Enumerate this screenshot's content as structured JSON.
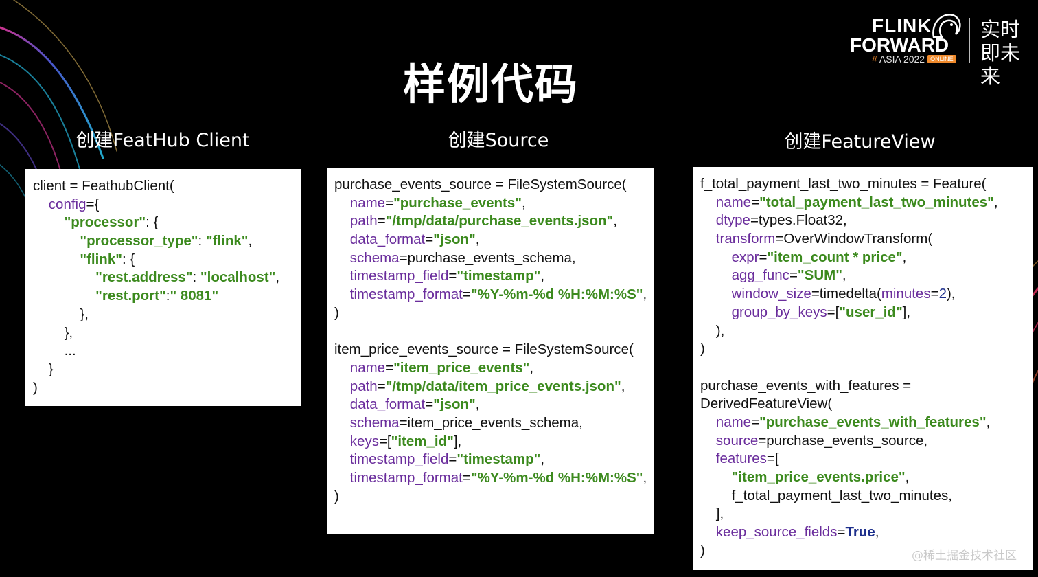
{
  "title": "样例代码",
  "logo": {
    "line1": "FLINK",
    "line2": "FORWARD",
    "hash": "#",
    "event": "ASIA 2022",
    "badge": "ONLINE",
    "slogan": "实时即未来"
  },
  "watermark": "@稀土掘金技术社区",
  "sections": [
    {
      "heading": "创建FeatHub Client",
      "lines": [
        [
          [
            "t",
            "client = FeathubClient("
          ]
        ],
        [
          [
            "i",
            "    "
          ],
          [
            "k",
            "config"
          ],
          [
            "t",
            "={"
          ]
        ],
        [
          [
            "i",
            "        "
          ],
          [
            "s",
            "\"processor\""
          ],
          [
            "t",
            ": {"
          ]
        ],
        [
          [
            "i",
            "            "
          ],
          [
            "s",
            "\"processor_type\""
          ],
          [
            "t",
            ": "
          ],
          [
            "s",
            "\"flink\""
          ],
          [
            "t",
            ","
          ]
        ],
        [
          [
            "i",
            "            "
          ],
          [
            "s",
            "\"flink\""
          ],
          [
            "t",
            ": {"
          ]
        ],
        [
          [
            "i",
            "                "
          ],
          [
            "s",
            "\"rest.address\""
          ],
          [
            "t",
            ": "
          ],
          [
            "s",
            "\"localhost\""
          ],
          [
            "t",
            ","
          ]
        ],
        [
          [
            "i",
            "                "
          ],
          [
            "s",
            "\"rest.port\""
          ],
          [
            "t",
            ":"
          ],
          [
            "s",
            "\" 8081\""
          ]
        ],
        [
          [
            "i",
            "            "
          ],
          [
            "t",
            "},"
          ]
        ],
        [
          [
            "i",
            "        "
          ],
          [
            "t",
            "},"
          ]
        ],
        [
          [
            "i",
            "        "
          ],
          [
            "t",
            "..."
          ]
        ],
        [
          [
            "i",
            "    "
          ],
          [
            "t",
            "}"
          ]
        ],
        [
          [
            "t",
            ")"
          ]
        ]
      ]
    },
    {
      "heading": "创建Source",
      "lines": [
        [
          [
            "t",
            "purchase_events_source = FileSystemSource("
          ]
        ],
        [
          [
            "i",
            "    "
          ],
          [
            "k",
            "name"
          ],
          [
            "t",
            "="
          ],
          [
            "s",
            "\"purchase_events\""
          ],
          [
            "t",
            ","
          ]
        ],
        [
          [
            "i",
            "    "
          ],
          [
            "k",
            "path"
          ],
          [
            "t",
            "="
          ],
          [
            "s",
            "\"/tmp/data/purchase_events.json\""
          ],
          [
            "t",
            ","
          ]
        ],
        [
          [
            "i",
            "    "
          ],
          [
            "k",
            "data_format"
          ],
          [
            "t",
            "="
          ],
          [
            "s",
            "\"json\""
          ],
          [
            "t",
            ","
          ]
        ],
        [
          [
            "i",
            "    "
          ],
          [
            "k",
            "schema"
          ],
          [
            "t",
            "=purchase_events_schema,"
          ]
        ],
        [
          [
            "i",
            "    "
          ],
          [
            "k",
            "timestamp_field"
          ],
          [
            "t",
            "="
          ],
          [
            "s",
            "\"timestamp\""
          ],
          [
            "t",
            ","
          ]
        ],
        [
          [
            "i",
            "    "
          ],
          [
            "k",
            "timestamp_format"
          ],
          [
            "t",
            "="
          ],
          [
            "s",
            "\"%Y-%m-%d %H:%M:%S\""
          ],
          [
            "t",
            ","
          ]
        ],
        [
          [
            "t",
            ")"
          ]
        ],
        [],
        [
          [
            "t",
            "item_price_events_source = FileSystemSource("
          ]
        ],
        [
          [
            "i",
            "    "
          ],
          [
            "k",
            "name"
          ],
          [
            "t",
            "="
          ],
          [
            "s",
            "\"item_price_events\""
          ],
          [
            "t",
            ","
          ]
        ],
        [
          [
            "i",
            "    "
          ],
          [
            "k",
            "path"
          ],
          [
            "t",
            "="
          ],
          [
            "s",
            "\"/tmp/data/item_price_events.json\""
          ],
          [
            "t",
            ","
          ]
        ],
        [
          [
            "i",
            "    "
          ],
          [
            "k",
            "data_format"
          ],
          [
            "t",
            "="
          ],
          [
            "s",
            "\"json\""
          ],
          [
            "t",
            ","
          ]
        ],
        [
          [
            "i",
            "    "
          ],
          [
            "k",
            "schema"
          ],
          [
            "t",
            "=item_price_events_schema,"
          ]
        ],
        [
          [
            "i",
            "    "
          ],
          [
            "k",
            "keys"
          ],
          [
            "t",
            "=["
          ],
          [
            "s",
            "\"item_id\""
          ],
          [
            "t",
            "],"
          ]
        ],
        [
          [
            "i",
            "    "
          ],
          [
            "k",
            "timestamp_field"
          ],
          [
            "t",
            "="
          ],
          [
            "s",
            "\"timestamp\""
          ],
          [
            "t",
            ","
          ]
        ],
        [
          [
            "i",
            "    "
          ],
          [
            "k",
            "timestamp_format"
          ],
          [
            "t",
            "="
          ],
          [
            "s",
            "\"%Y-%m-%d %H:%M:%S\""
          ],
          [
            "t",
            ","
          ]
        ],
        [
          [
            "t",
            ")"
          ]
        ]
      ]
    },
    {
      "heading": "创建FeatureView",
      "lines": [
        [
          [
            "t",
            "f_total_payment_last_two_minutes = Feature("
          ]
        ],
        [
          [
            "i",
            "    "
          ],
          [
            "k",
            "name"
          ],
          [
            "t",
            "="
          ],
          [
            "s",
            "\"total_payment_last_two_minutes\""
          ],
          [
            "t",
            ","
          ]
        ],
        [
          [
            "i",
            "    "
          ],
          [
            "k",
            "dtype"
          ],
          [
            "t",
            "=types.Float32,"
          ]
        ],
        [
          [
            "i",
            "    "
          ],
          [
            "k",
            "transform"
          ],
          [
            "t",
            "=OverWindowTransform("
          ]
        ],
        [
          [
            "i",
            "        "
          ],
          [
            "k",
            "expr"
          ],
          [
            "t",
            "="
          ],
          [
            "s",
            "\"item_count * price\""
          ],
          [
            "t",
            ","
          ]
        ],
        [
          [
            "i",
            "        "
          ],
          [
            "k",
            "agg_func"
          ],
          [
            "t",
            "="
          ],
          [
            "s",
            "\"SUM\""
          ],
          [
            "t",
            ","
          ]
        ],
        [
          [
            "i",
            "        "
          ],
          [
            "k",
            "window_size"
          ],
          [
            "t",
            "=timedelta("
          ],
          [
            "k",
            "minutes"
          ],
          [
            "t",
            "="
          ],
          [
            "n",
            "2"
          ],
          [
            "t",
            "),"
          ]
        ],
        [
          [
            "i",
            "        "
          ],
          [
            "k",
            "group_by_keys"
          ],
          [
            "t",
            "=["
          ],
          [
            "s",
            "\"user_id\""
          ],
          [
            "t",
            "],"
          ]
        ],
        [
          [
            "i",
            "    "
          ],
          [
            "t",
            "),"
          ]
        ],
        [
          [
            "t",
            ")"
          ]
        ],
        [],
        [
          [
            "t",
            "purchase_events_with_features ="
          ]
        ],
        [
          [
            "t",
            "DerivedFeatureView("
          ]
        ],
        [
          [
            "i",
            "    "
          ],
          [
            "k",
            "name"
          ],
          [
            "t",
            "="
          ],
          [
            "s",
            "\"purchase_events_with_features\""
          ],
          [
            "t",
            ","
          ]
        ],
        [
          [
            "i",
            "    "
          ],
          [
            "k",
            "source"
          ],
          [
            "t",
            "=purchase_events_source,"
          ]
        ],
        [
          [
            "i",
            "    "
          ],
          [
            "k",
            "features"
          ],
          [
            "t",
            "=["
          ]
        ],
        [
          [
            "i",
            "        "
          ],
          [
            "s",
            "\"item_price_events.price\""
          ],
          [
            "t",
            ","
          ]
        ],
        [
          [
            "i",
            "        "
          ],
          [
            "t",
            "f_total_payment_last_two_minutes,"
          ]
        ],
        [
          [
            "i",
            "    "
          ],
          [
            "t",
            "],"
          ]
        ],
        [
          [
            "i",
            "    "
          ],
          [
            "k",
            "keep_source_fields"
          ],
          [
            "t",
            "="
          ],
          [
            "b",
            "True"
          ],
          [
            "t",
            ","
          ]
        ],
        [
          [
            "t",
            ")"
          ]
        ]
      ]
    }
  ],
  "colors": {
    "keyword": "#6a2d9c",
    "string": "#3c8a1e",
    "literal": "#1d2f8c",
    "accent": "#f08a2c"
  }
}
